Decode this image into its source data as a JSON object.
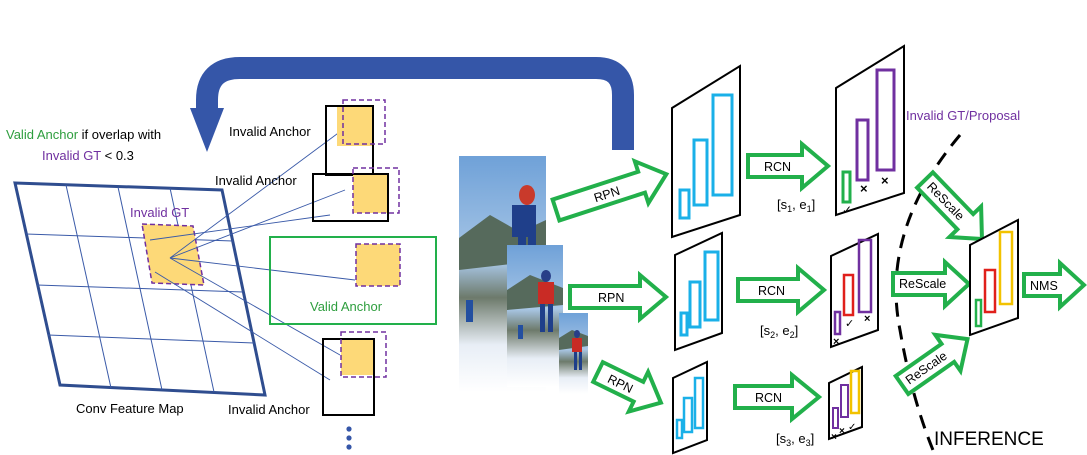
{
  "labels": {
    "valid_anchor_note_green": "Valid Anchor",
    "valid_anchor_note_black": " if overlap with",
    "invalid_gt_note": "Invalid GT",
    "invalid_gt_threshold": " < 0.3",
    "invalid_anchor_1": "Invalid Anchor",
    "invalid_anchor_2": "Invalid Anchor",
    "invalid_anchor_3": "Invalid Anchor",
    "invalid_gt": "Invalid GT",
    "valid_anchor": "Valid Anchor",
    "conv_feature_map": "Conv Feature Map",
    "rpn_1": "RPN",
    "rpn_2": "RPN",
    "rpn_3": "RPN",
    "rcn_1": "RCN",
    "rcn_2": "RCN",
    "rcn_3": "RCN",
    "scale_1": "[s1, e1]",
    "scale_2": "[s2, e2]",
    "scale_3": "[s3, e3]",
    "rescale_top": "ReScale",
    "rescale_mid": "ReScale",
    "rescale_bottom": "ReScale",
    "nms": "NMS",
    "invalid_gt_proposal": "Invalid GT/Proposal",
    "inference": "INFERENCE",
    "check_mark": "✓",
    "cross_mark": "×",
    "ellipsis": "⋮"
  },
  "colors": {
    "blue_arrow": "#3556a8",
    "green": "#22b04b",
    "green_text": "#2e9e3e",
    "purple": "#7030a0",
    "cyan": "#1ab0e8",
    "red": "#e0201b",
    "yellow": "#f2c200",
    "anchor_fill": "#fdd978",
    "grid_line": "#3a5aa8",
    "frame": "#2f4d8f"
  }
}
